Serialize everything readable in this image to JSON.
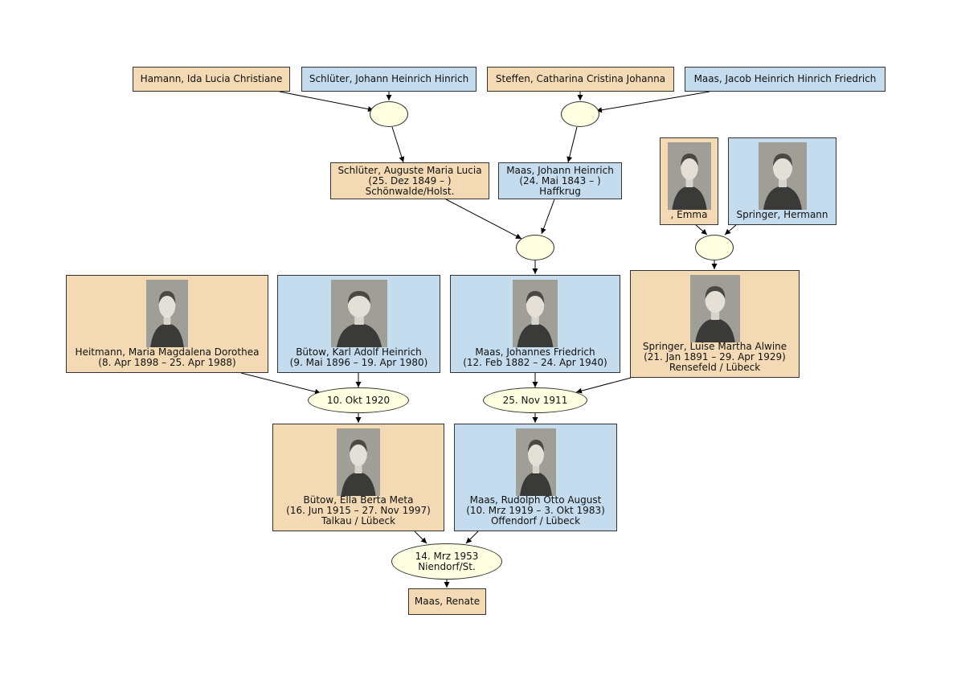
{
  "persons": {
    "hamann_ida": {
      "lines": [
        "Hamann, Ida Lucia Christiane"
      ],
      "sex": "female"
    },
    "schlueter_johann": {
      "lines": [
        "Schlüter, Johann Heinrich Hinrich"
      ],
      "sex": "male"
    },
    "steffen_catharina": {
      "lines": [
        "Steffen, Catharina Cristina Johanna"
      ],
      "sex": "female"
    },
    "maas_jacob": {
      "lines": [
        "Maas, Jacob Heinrich Hinrich Friedrich"
      ],
      "sex": "male"
    },
    "schlueter_auguste": {
      "lines": [
        "Schlüter, Auguste Maria Lucia",
        "(25. Dez 1849 – )",
        "Schönwalde/Holst."
      ],
      "sex": "female"
    },
    "maas_johann": {
      "lines": [
        "Maas, Johann Heinrich",
        "(24. Mai 1843 – )",
        "Haffkrug"
      ],
      "sex": "male"
    },
    "emma": {
      "lines": [
        ", Emma"
      ],
      "sex": "female",
      "photo": "portrait-elderly-woman"
    },
    "springer_hermann": {
      "lines": [
        "Springer, Hermann"
      ],
      "sex": "male",
      "photo": "portrait-elderly-man"
    },
    "heitmann_maria": {
      "lines": [
        "Heitmann, Maria Magdalena Dorothea",
        "(8. Apr 1898 – 25. Apr 1988)"
      ],
      "sex": "female",
      "photo": "portrait-young-woman-standing"
    },
    "buetow_karl": {
      "lines": [
        "Bütow, Karl Adolf Heinrich",
        "(9. Mai 1896 – 19. Apr 1980)"
      ],
      "sex": "male",
      "photo": "portrait-soldier-uniform"
    },
    "maas_johannes": {
      "lines": [
        "Maas, Johannes Friedrich",
        "(12. Feb 1882 – 24. Apr 1940)"
      ],
      "sex": "male",
      "photo": "portrait-man-with-hat"
    },
    "springer_luise": {
      "lines": [
        "Springer, Luise Martha Alwine",
        "(21. Jan 1891 – 29. Apr 1929)",
        "Rensefeld / Lübeck"
      ],
      "sex": "female",
      "photo": "portrait-woman-dark-hair"
    },
    "buetow_ella": {
      "lines": [
        "Bütow, Ella Berta Meta",
        "(16. Jun 1915 – 27. Nov 1997)",
        "Talkau / Lübeck"
      ],
      "sex": "female",
      "photo": "portrait-young-woman"
    },
    "maas_rudolph": {
      "lines": [
        "Maas, Rudolph Otto August",
        "(10. Mrz 1919 – 3. Okt 1983)",
        "Offendorf / Lübeck"
      ],
      "sex": "male",
      "photo": "portrait-young-man-suit"
    },
    "maas_renate": {
      "lines": [
        "Maas, Renate"
      ],
      "sex": "female"
    }
  },
  "families": {
    "f_schlueter": {
      "lines": []
    },
    "f_maas_old": {
      "lines": []
    },
    "f_maas_johann": {
      "lines": []
    },
    "f_springer": {
      "lines": []
    },
    "f_buetow": {
      "lines": [
        "10. Okt 1920"
      ]
    },
    "f_maas_johannes": {
      "lines": [
        "25. Nov 1911"
      ]
    },
    "f_maas_rudolph": {
      "lines": [
        "14. Mrz 1953",
        "Niendorf/St."
      ]
    }
  },
  "colors": {
    "female_fill": "#f3dab5",
    "male_fill": "#c4dced",
    "family_fill": "#ffffe2",
    "edge": "#000000"
  }
}
